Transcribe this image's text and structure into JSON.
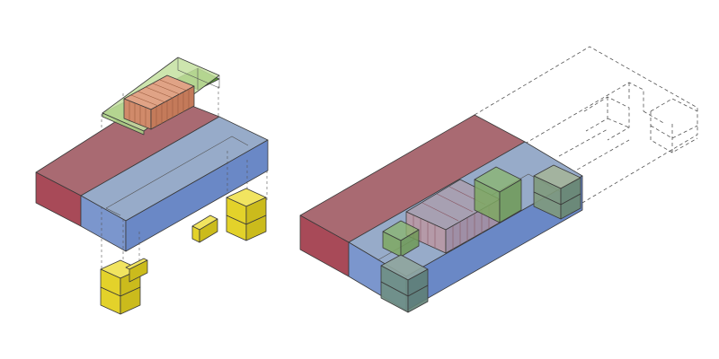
{
  "diagram": {
    "kind": "isometric massing diagram",
    "views": [
      {
        "name": "exploded"
      },
      {
        "name": "assembled"
      }
    ],
    "colors": {
      "red_top": "#a96a72",
      "red_front": "#c06671",
      "red_side": "#a84a58",
      "blue_top": "#97abc9",
      "blue_front": "#7b96cd",
      "blue_side": "#6a88c6",
      "yellow_top": "#f1e460",
      "yellow_front": "#e3d22a",
      "yellow_side": "#cbbb1c",
      "green_glass": "#aacf84",
      "green_glass_dark": "#7ea862",
      "garden": "#4f8d2f",
      "timber": "#d08a6a",
      "timber_line": "#9a5a3e",
      "teal_box": "#6f8f84",
      "outline": "#3a3a3a"
    }
  }
}
